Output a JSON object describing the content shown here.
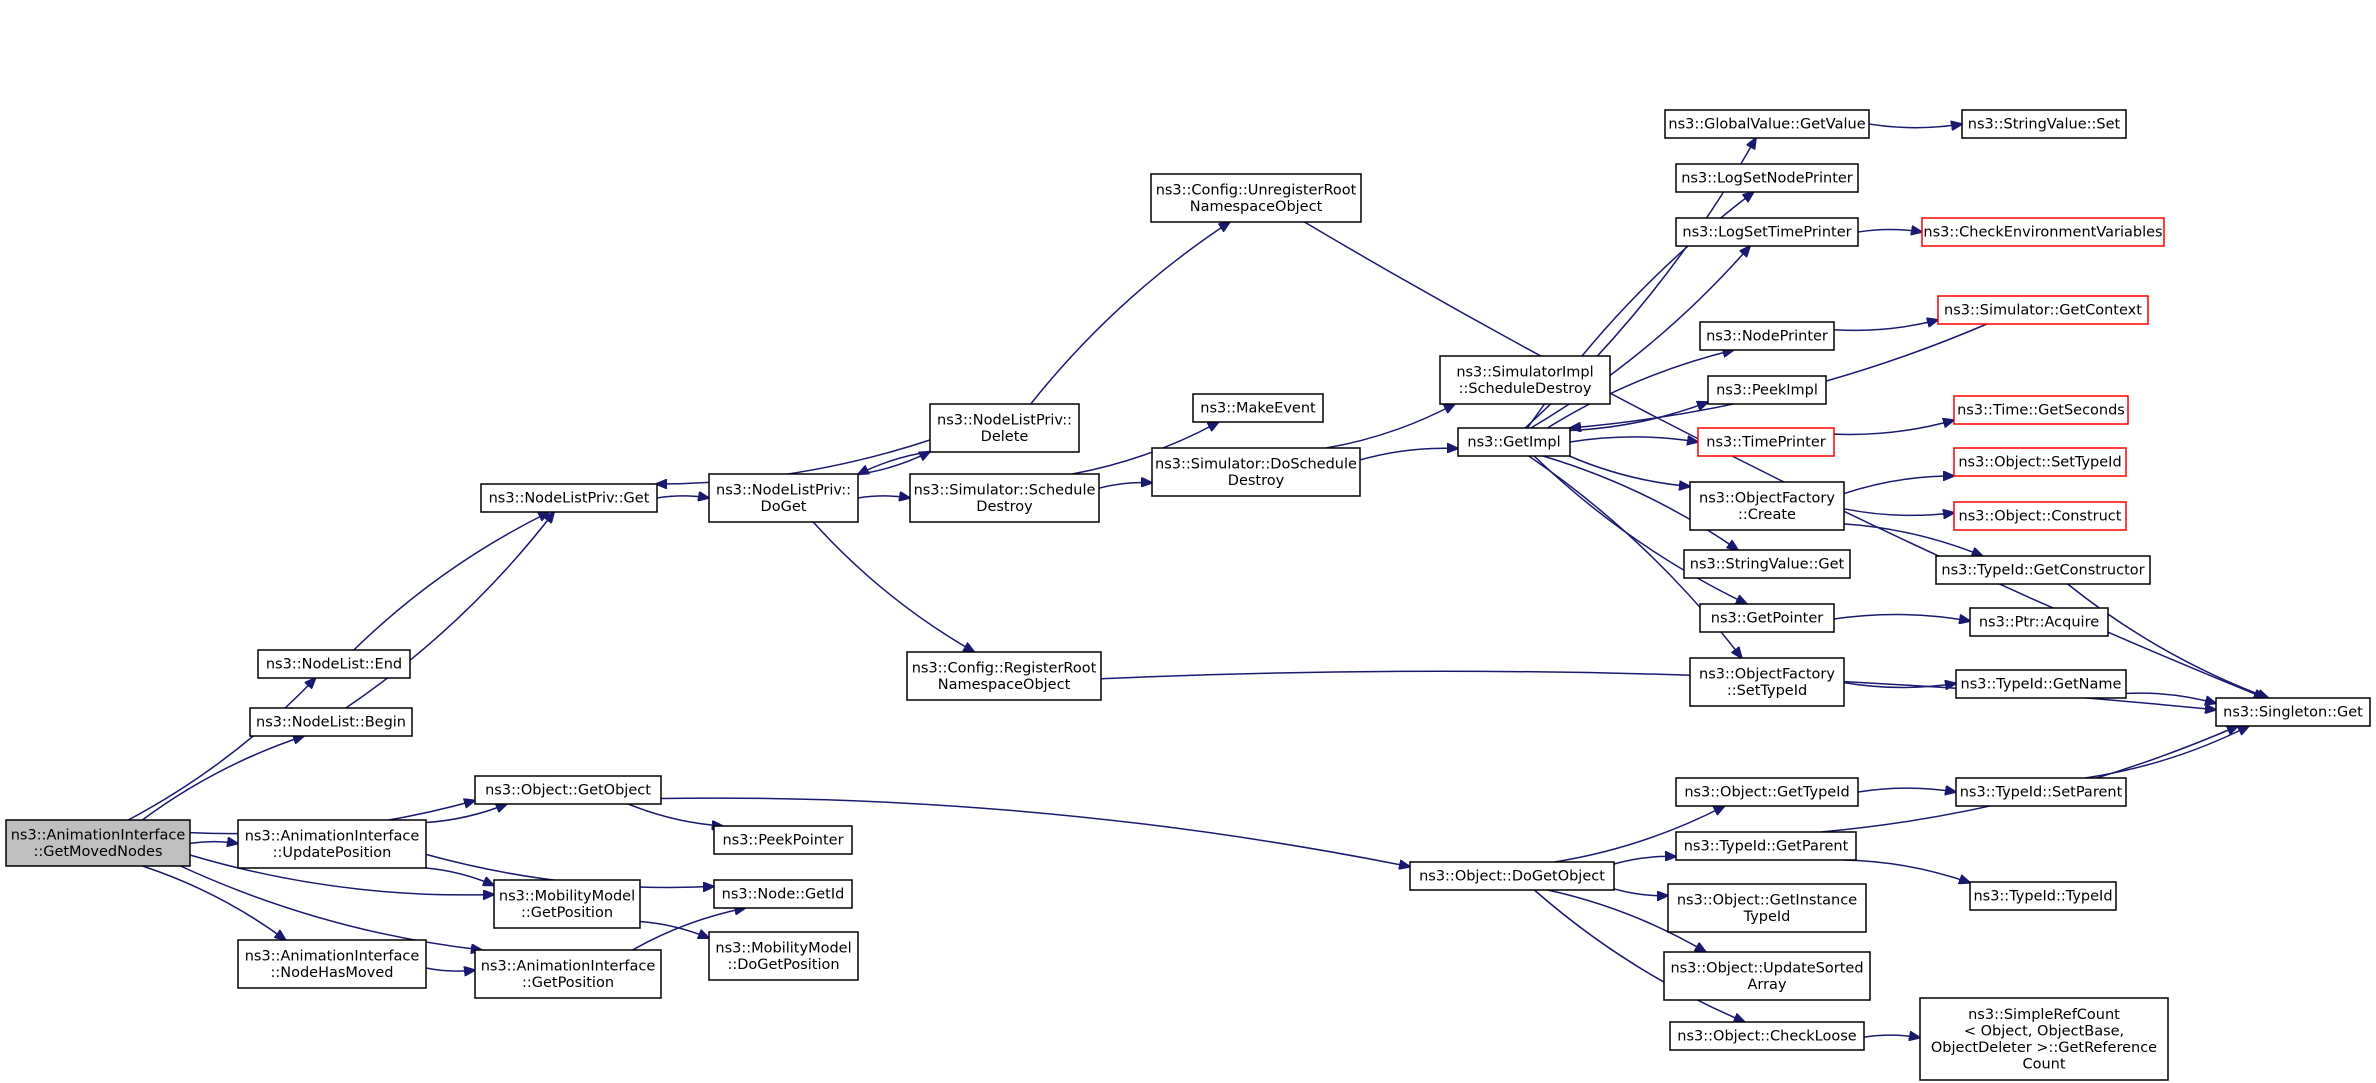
{
  "graph": {
    "title": "",
    "colors": {
      "edge": "#191970",
      "node_border": "#000000",
      "truncated_border": "#ff0000",
      "root_fill": "#bfbfbf",
      "node_fill": "#ffffff"
    },
    "nodes": [
      {
        "id": "root",
        "lines": [
          "ns3::AnimationInterface",
          "::GetMovedNodes"
        ],
        "root": true
      },
      {
        "id": "nl_end",
        "lines": [
          "ns3::NodeList::End"
        ]
      },
      {
        "id": "nl_begin",
        "lines": [
          "ns3::NodeList::Begin"
        ]
      },
      {
        "id": "nlp_get",
        "lines": [
          "ns3::NodeListPriv::Get"
        ]
      },
      {
        "id": "nlp_doget",
        "lines": [
          "ns3::NodeListPriv::",
          "DoGet"
        ]
      },
      {
        "id": "nlp_delete",
        "lines": [
          "ns3::NodeListPriv::",
          "Delete"
        ]
      },
      {
        "id": "sim_schedule_destroy",
        "lines": [
          "ns3::Simulator::Schedule",
          "Destroy"
        ]
      },
      {
        "id": "make_event",
        "lines": [
          "ns3::MakeEvent"
        ]
      },
      {
        "id": "sim_do_schedule_destroy",
        "lines": [
          "ns3::Simulator::DoSchedule",
          "Destroy"
        ]
      },
      {
        "id": "config_unregister",
        "lines": [
          "ns3::Config::UnregisterRoot",
          "NamespaceObject"
        ]
      },
      {
        "id": "config_register",
        "lines": [
          "ns3::Config::RegisterRoot",
          "NamespaceObject"
        ]
      },
      {
        "id": "simimpl_schedule_destroy",
        "lines": [
          "ns3::SimulatorImpl",
          "::ScheduleDestroy"
        ]
      },
      {
        "id": "get_impl",
        "lines": [
          "ns3::GetImpl"
        ]
      },
      {
        "id": "gv_getvalue",
        "lines": [
          "ns3::GlobalValue::GetValue"
        ]
      },
      {
        "id": "sv_set",
        "lines": [
          "ns3::StringValue::Set"
        ]
      },
      {
        "id": "log_node_printer",
        "lines": [
          "ns3::LogSetNodePrinter"
        ]
      },
      {
        "id": "log_time_printer",
        "lines": [
          "ns3::LogSetTimePrinter"
        ]
      },
      {
        "id": "check_env",
        "lines": [
          "ns3::CheckEnvironmentVariables"
        ],
        "truncated": true
      },
      {
        "id": "node_printer",
        "lines": [
          "ns3::NodePrinter"
        ]
      },
      {
        "id": "sim_get_context",
        "lines": [
          "ns3::Simulator::GetContext"
        ],
        "truncated": true
      },
      {
        "id": "peek_impl",
        "lines": [
          "ns3::PeekImpl"
        ]
      },
      {
        "id": "time_printer",
        "lines": [
          "ns3::TimePrinter"
        ],
        "truncated": true
      },
      {
        "id": "time_getseconds",
        "lines": [
          "ns3::Time::GetSeconds"
        ],
        "truncated": true
      },
      {
        "id": "obj_set_typeid",
        "lines": [
          "ns3::Object::SetTypeId"
        ],
        "truncated": true
      },
      {
        "id": "objfactory_create",
        "lines": [
          "ns3::ObjectFactory",
          "::Create"
        ]
      },
      {
        "id": "obj_construct",
        "lines": [
          "ns3::Object::Construct"
        ],
        "truncated": true
      },
      {
        "id": "sv_get",
        "lines": [
          "ns3::StringValue::Get"
        ]
      },
      {
        "id": "typeid_getconstructor",
        "lines": [
          "ns3::TypeId::GetConstructor"
        ]
      },
      {
        "id": "get_pointer",
        "lines": [
          "ns3::GetPointer"
        ]
      },
      {
        "id": "ptr_acquire",
        "lines": [
          "ns3::Ptr::Acquire"
        ]
      },
      {
        "id": "objfactory_settypeid",
        "lines": [
          "ns3::ObjectFactory",
          "::SetTypeId"
        ]
      },
      {
        "id": "typeid_getname",
        "lines": [
          "ns3::TypeId::GetName"
        ]
      },
      {
        "id": "singleton_get",
        "lines": [
          "ns3::Singleton::Get"
        ]
      },
      {
        "id": "obj_getobject",
        "lines": [
          "ns3::Object::GetObject"
        ]
      },
      {
        "id": "peek_pointer",
        "lines": [
          "ns3::PeekPointer"
        ]
      },
      {
        "id": "ai_update_position",
        "lines": [
          "ns3::AnimationInterface",
          "::UpdatePosition"
        ]
      },
      {
        "id": "mm_getposition",
        "lines": [
          "ns3::MobilityModel",
          "::GetPosition"
        ]
      },
      {
        "id": "node_getid",
        "lines": [
          "ns3::Node::GetId"
        ]
      },
      {
        "id": "mm_dogetposition",
        "lines": [
          "ns3::MobilityModel",
          "::DoGetPosition"
        ]
      },
      {
        "id": "ai_node_has_moved",
        "lines": [
          "ns3::AnimationInterface",
          "::NodeHasMoved"
        ]
      },
      {
        "id": "ai_getposition",
        "lines": [
          "ns3::AnimationInterface",
          "::GetPosition"
        ]
      },
      {
        "id": "obj_dogetobject",
        "lines": [
          "ns3::Object::DoGetObject"
        ]
      },
      {
        "id": "obj_gettypeid",
        "lines": [
          "ns3::Object::GetTypeId"
        ]
      },
      {
        "id": "typeid_setparent",
        "lines": [
          "ns3::TypeId::SetParent"
        ]
      },
      {
        "id": "typeid_getparent",
        "lines": [
          "ns3::TypeId::GetParent"
        ]
      },
      {
        "id": "typeid_typeid",
        "lines": [
          "ns3::TypeId::TypeId"
        ]
      },
      {
        "id": "obj_getinstancetypeid",
        "lines": [
          "ns3::Object::GetInstance",
          "TypeId"
        ]
      },
      {
        "id": "obj_updatesortedarray",
        "lines": [
          "ns3::Object::UpdateSorted",
          "Array"
        ]
      },
      {
        "id": "obj_checkloose",
        "lines": [
          "ns3::Object::CheckLoose"
        ]
      },
      {
        "id": "simplerefcount_getrefcount",
        "lines": [
          "ns3::SimpleRefCount",
          "< Object, ObjectBase,",
          "ObjectDeleter >::GetReference",
          "Count"
        ]
      }
    ],
    "edges": [
      [
        "root",
        "nl_end"
      ],
      [
        "root",
        "nl_begin"
      ],
      [
        "root",
        "obj_getobject"
      ],
      [
        "root",
        "ai_update_position"
      ],
      [
        "root",
        "mm_getposition"
      ],
      [
        "root",
        "ai_node_has_moved"
      ],
      [
        "root",
        "ai_getposition"
      ],
      [
        "nl_end",
        "nlp_get"
      ],
      [
        "nl_begin",
        "nlp_get"
      ],
      [
        "nlp_get",
        "nlp_doget"
      ],
      [
        "nlp_doget",
        "nlp_delete"
      ],
      [
        "nlp_doget",
        "sim_schedule_destroy"
      ],
      [
        "nlp_doget",
        "config_register"
      ],
      [
        "nlp_delete",
        "nlp_get"
      ],
      [
        "nlp_delete",
        "nlp_doget"
      ],
      [
        "nlp_delete",
        "config_unregister"
      ],
      [
        "sim_schedule_destroy",
        "make_event"
      ],
      [
        "sim_schedule_destroy",
        "sim_do_schedule_destroy"
      ],
      [
        "sim_do_schedule_destroy",
        "simimpl_schedule_destroy"
      ],
      [
        "sim_do_schedule_destroy",
        "get_impl"
      ],
      [
        "config_unregister",
        "singleton_get"
      ],
      [
        "config_register",
        "singleton_get"
      ],
      [
        "get_impl",
        "gv_getvalue"
      ],
      [
        "get_impl",
        "log_node_printer"
      ],
      [
        "get_impl",
        "log_time_printer"
      ],
      [
        "get_impl",
        "node_printer"
      ],
      [
        "get_impl",
        "peek_impl"
      ],
      [
        "get_impl",
        "time_printer"
      ],
      [
        "get_impl",
        "objfactory_create"
      ],
      [
        "get_impl",
        "sv_get"
      ],
      [
        "get_impl",
        "get_pointer"
      ],
      [
        "get_impl",
        "objfactory_settypeid"
      ],
      [
        "gv_getvalue",
        "sv_set"
      ],
      [
        "log_time_printer",
        "check_env"
      ],
      [
        "node_printer",
        "sim_get_context"
      ],
      [
        "sim_get_context",
        "get_impl"
      ],
      [
        "time_printer",
        "time_getseconds"
      ],
      [
        "objfactory_create",
        "obj_set_typeid"
      ],
      [
        "objfactory_create",
        "obj_construct"
      ],
      [
        "objfactory_create",
        "typeid_getconstructor"
      ],
      [
        "typeid_getconstructor",
        "singleton_get"
      ],
      [
        "get_pointer",
        "ptr_acquire"
      ],
      [
        "objfactory_settypeid",
        "typeid_getname"
      ],
      [
        "typeid_getname",
        "singleton_get"
      ],
      [
        "obj_getobject",
        "peek_pointer"
      ],
      [
        "obj_getobject",
        "obj_dogetobject"
      ],
      [
        "ai_update_position",
        "obj_getobject"
      ],
      [
        "ai_update_position",
        "mm_getposition"
      ],
      [
        "ai_update_position",
        "node_getid"
      ],
      [
        "mm_getposition",
        "mm_dogetposition"
      ],
      [
        "ai_node_has_moved",
        "ai_getposition"
      ],
      [
        "ai_getposition",
        "node_getid"
      ],
      [
        "obj_dogetobject",
        "obj_gettypeid"
      ],
      [
        "obj_dogetobject",
        "typeid_getparent"
      ],
      [
        "obj_dogetobject",
        "obj_getinstancetypeid"
      ],
      [
        "obj_dogetobject",
        "obj_updatesortedarray"
      ],
      [
        "obj_dogetobject",
        "obj_checkloose"
      ],
      [
        "obj_gettypeid",
        "typeid_setparent"
      ],
      [
        "typeid_setparent",
        "singleton_get"
      ],
      [
        "typeid_getparent",
        "typeid_typeid"
      ],
      [
        "typeid_getparent",
        "singleton_get"
      ],
      [
        "obj_checkloose",
        "simplerefcount_getrefcount"
      ]
    ]
  }
}
